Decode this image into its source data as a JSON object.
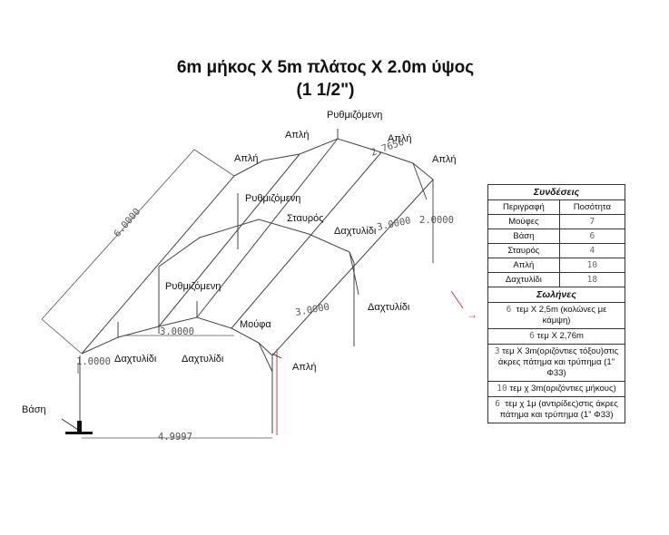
{
  "title": {
    "line1": "6m μήκος Χ 5m πλάτος Χ 2.0m ύψος",
    "line2": "(1 1/2\")"
  },
  "labels": {
    "rythm_top": "Ρυθμιζόμενη",
    "rythm_mid": "Ρυθμιζόμενη",
    "rythm_front": "Ρυθμιζόμενη",
    "apli_1": "Απλή",
    "apli_2": "Απλή",
    "apli_3": "Απλή",
    "apli_4": "Απλή",
    "apli_front": "Απλή",
    "stavros": "Σταυρός",
    "daktylidi_1": "Δαχτυλίδι",
    "daktylidi_2": "Δαχτυλίδι",
    "daktylidi_3": "Δαχτυλίδι",
    "daktylidi_4": "Δαχτυλίδι",
    "moufa": "Μούφα",
    "vasi": "Βάση"
  },
  "dimensions": {
    "length": "6.0000",
    "ridge": "2.7656",
    "side_top": "3.0000",
    "height": "2.0000",
    "side_bottom": "3.0000",
    "front_width": "3.0000",
    "leg": "1.0000",
    "base_width": "4.9997"
  },
  "table": {
    "connections_header": "Συνδέσεις",
    "col_description": "Περιγραφή",
    "col_quantity": "Ποσότητα",
    "rows": [
      {
        "name": "Μούφες",
        "qty": "7"
      },
      {
        "name": "Βάση",
        "qty": "6"
      },
      {
        "name": "Σταυρός",
        "qty": "4"
      },
      {
        "name": "Απλή",
        "qty": "10"
      },
      {
        "name": "Δαχτυλίδι",
        "qty": "18"
      }
    ],
    "pipes_header": "Σωλήνες",
    "pipes": [
      {
        "qty": "6",
        "text": "τεμ Χ 2,5m (κολώνες με κάμψη)"
      },
      {
        "qty": "6",
        "text": "τεμ Χ 2,76m"
      },
      {
        "qty": "3",
        "text": "τεμ Χ 3m(οριζόντιες τόξου)στις άκρες πάτημα και τρύπημα (1\" Φ33)"
      },
      {
        "qty": "10",
        "text": "τεμ χ 3m(οριζόντιες μήκους)"
      },
      {
        "qty": "6",
        "text": "τεμ χ 1μ (αντιρίδες)στις άκρες πάτημα και τρύπημα (1\" Φ33)"
      }
    ]
  },
  "colors": {
    "line": "#444444",
    "accent_red": "#d04040"
  }
}
